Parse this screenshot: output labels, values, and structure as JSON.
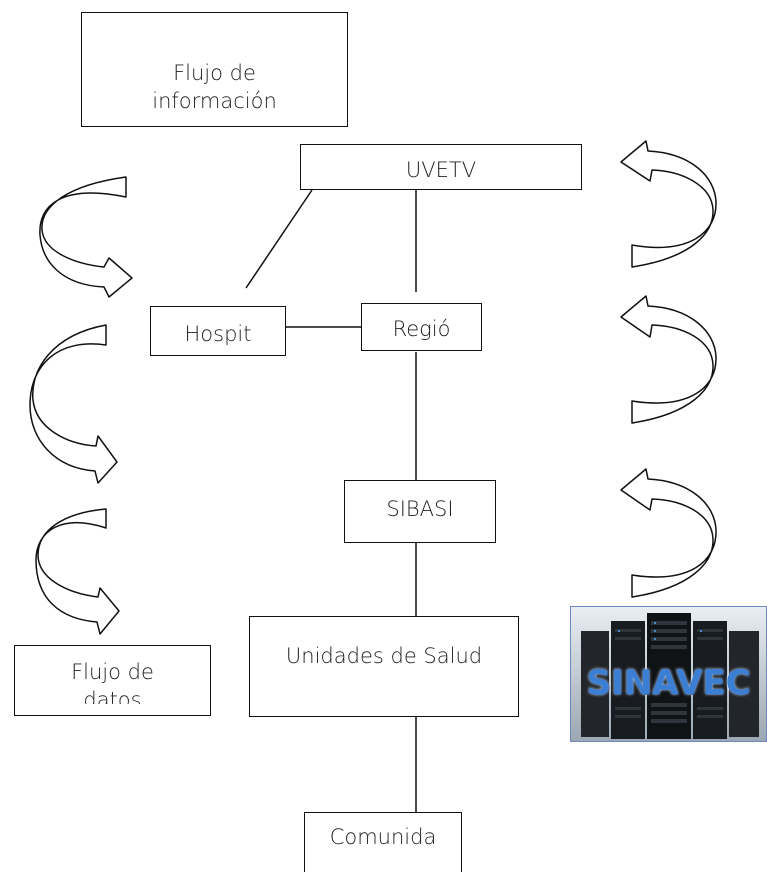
{
  "nodes": {
    "info_flow": "Flujo de información",
    "uvetv": "UVETV",
    "hospital": "Hospit",
    "region": "Regió",
    "sibasi": "SIBASI",
    "data_flow": "Flujo de datos",
    "unidades": "Unidades de Salud",
    "comunidad": "Comunida"
  },
  "logo": {
    "text": "SINAVEC",
    "accent_color": "#3b7fd4"
  }
}
